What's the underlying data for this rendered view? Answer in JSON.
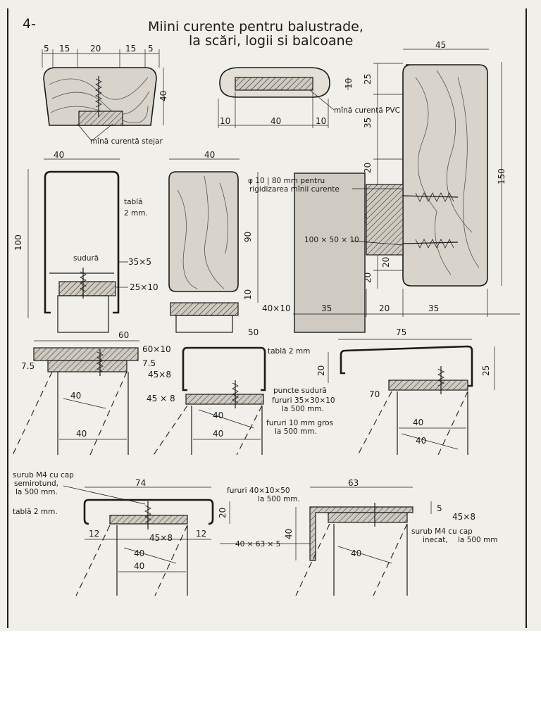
{
  "page": {
    "number": "4-",
    "title_line1": "Miini curente pentru balustrade,",
    "title_line2": "la scări, logii si balcoane"
  },
  "detail_wood_oak": {
    "top_dims": [
      "5",
      "15",
      "20",
      "15",
      "5"
    ],
    "height_dim": "40",
    "label": "mînă curentă stejar"
  },
  "detail_pvc": {
    "dims": [
      "10",
      "40",
      "10"
    ],
    "side_dim": "10",
    "label": "mînă curentă PVC"
  },
  "detail_large_wood": {
    "width_dim": "45",
    "side_dims": [
      "25",
      "35",
      "20",
      "50",
      "20",
      "20"
    ],
    "height_dim": "150",
    "bottom_dims": [
      "35",
      "20",
      "35"
    ],
    "rod_label_1": "φ 10 | 80 mm pentru",
    "rod_label_2": "rigidizarea mînii curente",
    "flat_label": "100 × 50 × 10"
  },
  "detail_metal_u": {
    "width_dim": "40",
    "height_dim": "100",
    "sheet_label": "tablă",
    "sheet_thickness": "2 mm.",
    "weld_label": "sudură",
    "bar1": "35×5",
    "bar2": "25×10"
  },
  "detail_wood_tall": {
    "width_dim": "40",
    "height_dim": "90",
    "small_dim": "10",
    "base_label": "40×10"
  },
  "row3": {
    "left_width": "60",
    "left_plate": "60×10",
    "left_side": "7.5",
    "left_side_r": "7.5",
    "left_bar": "45×8",
    "left_post": "40",
    "left_post2": "40",
    "mid_sheet": "tablă 2 mm",
    "mid_width": "50",
    "mid_bar": "45 × 8",
    "weld_points": "puncte sudură",
    "holes_1": "fururi 35×30×10",
    "holes_1b": "la 500 mm.",
    "holes_2": "fururi 10 mm gros",
    "holes_2b": "la 500 mm.",
    "mid_post": "40",
    "mid_post2": "40",
    "right_width": "75",
    "right_h1": "20",
    "right_h2": "25",
    "right_w2": "70",
    "right_post": "40",
    "right_post2": "40"
  },
  "row4": {
    "screw_label_1": "surub M4 cu cap",
    "screw_label_2": "semirotund,",
    "screw_label_3": "la 500 mm.",
    "sheet_label": "tablă 2 mm.",
    "left_width": "74",
    "left_height": "20",
    "left_side_l": "12",
    "left_side_r": "12",
    "left_bar": "45×8",
    "left_post": "40",
    "left_post2": "40",
    "holes_label": "fururi 40×10×50",
    "holes_label_b": "la 500 mm.",
    "angle_label": "40 × 63 × 5",
    "right_width": "63",
    "right_small": "5",
    "right_height": "40",
    "right_bar": "45×8",
    "screw2_label_1": "surub M4 cu cap",
    "screw2_label_2": "inecat,",
    "screw2_label_3": "la 500 mm",
    "right_post": "40"
  }
}
